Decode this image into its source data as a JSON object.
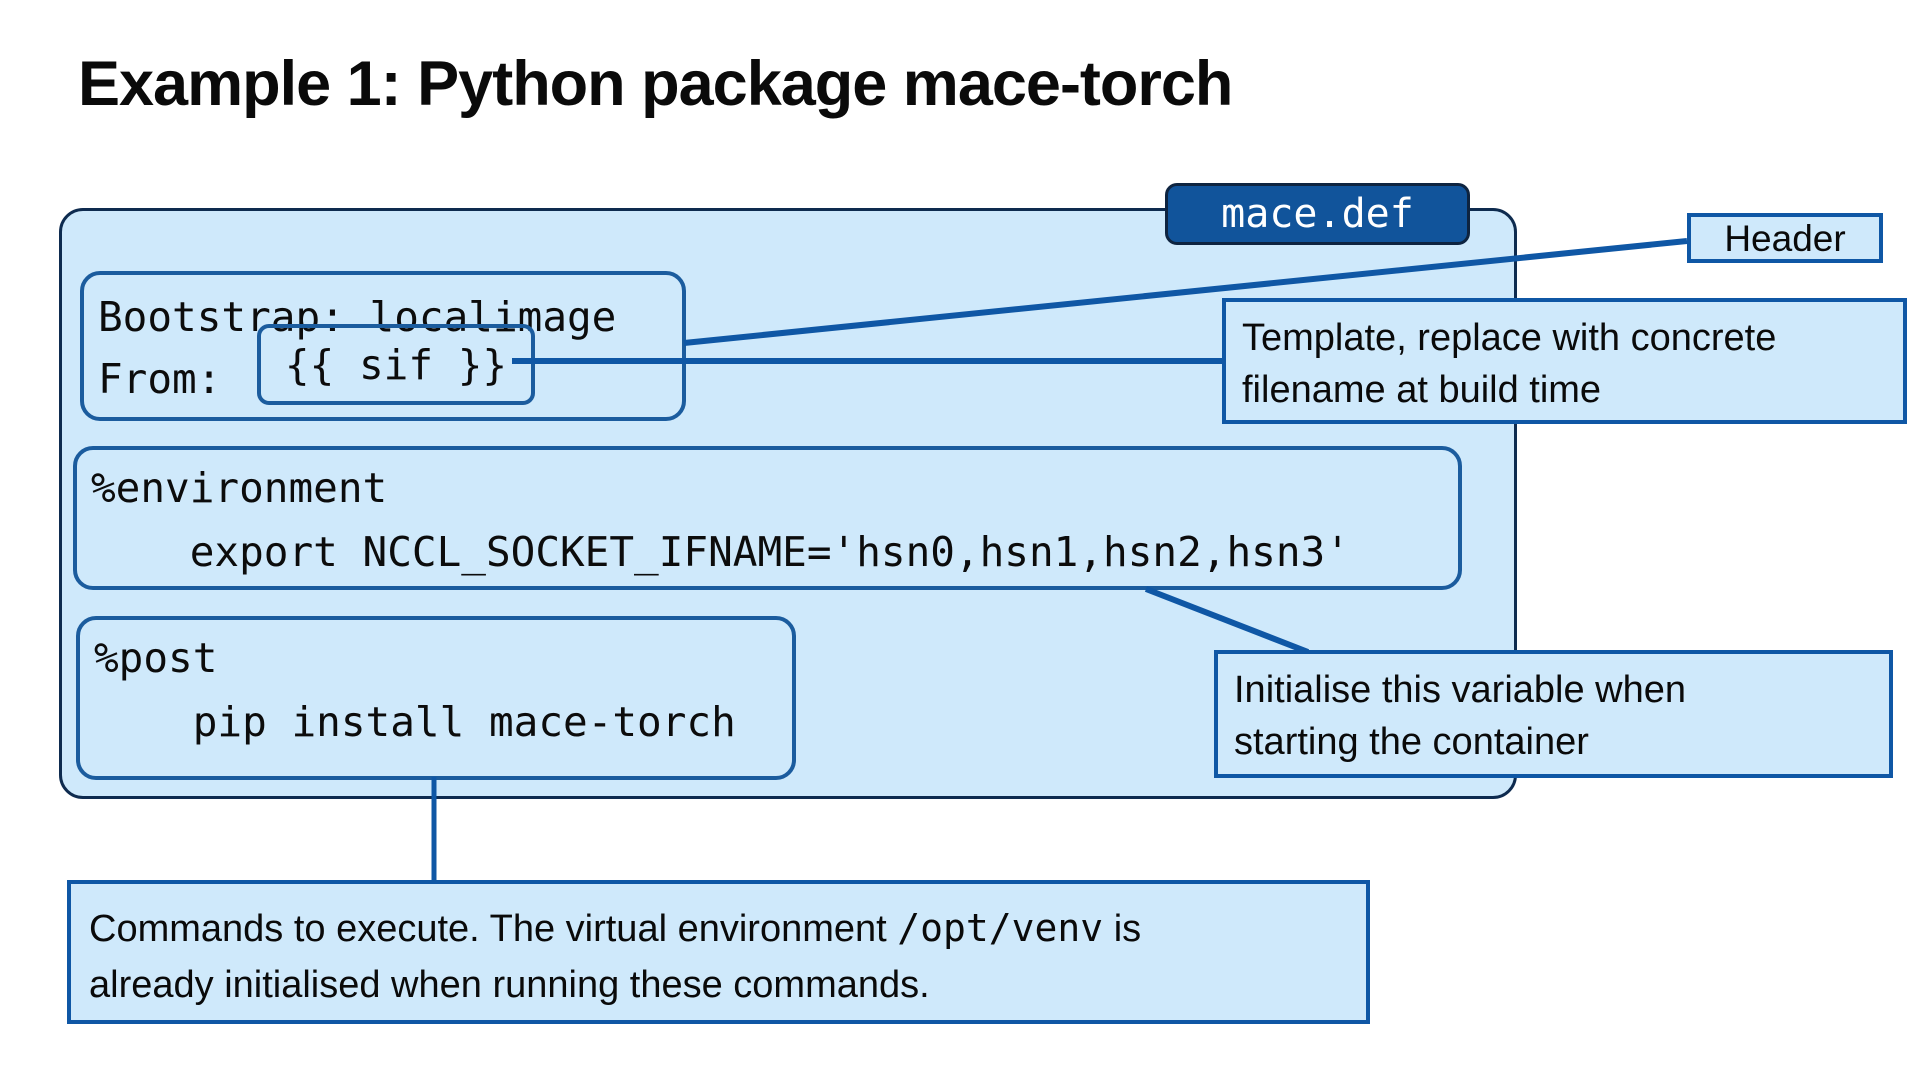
{
  "slide": {
    "title": "Example 1: Python package mace-torch"
  },
  "file_badge": {
    "label": "mace.def"
  },
  "def_file": {
    "header_block": {
      "line1": "Bootstrap: localimage",
      "line2_prefix": "From: ",
      "template_variable": "{{ sif }}"
    },
    "environment_block": {
      "line1": "%environment",
      "line2": "    export NCCL_SOCKET_IFNAME='hsn0,hsn1,hsn2,hsn3'"
    },
    "post_block": {
      "line1": "%post",
      "line2": "    pip install mace-torch"
    }
  },
  "callouts": {
    "header": {
      "text": "Header"
    },
    "template": {
      "line1": "Template, replace with concrete",
      "line2": "filename at build time"
    },
    "initialise": {
      "line1": "Initialise this variable when",
      "line2": "starting the container"
    },
    "commands": {
      "line1_pre": "Commands to execute. The virtual environment ",
      "line1_code": "/opt/venv",
      "line1_post": " is",
      "line2": "already initialised when running these commands."
    }
  },
  "colors": {
    "container_fill": "#cfe9fb",
    "container_border": "#0e2b4f",
    "code_box_border": "#1b5c9e",
    "badge_fill": "#11549b",
    "badge_text": "#ffffff",
    "callout_border": "#0f57a5",
    "connector": "#0f57a5",
    "text": "#0a0a0a"
  }
}
